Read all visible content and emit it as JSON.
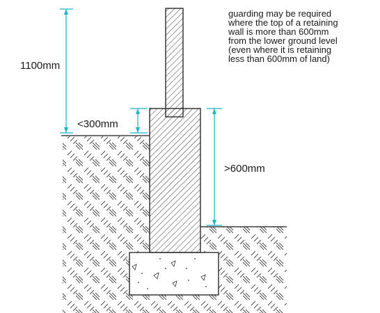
{
  "colors": {
    "dimension": "#19b5c8",
    "line": "#1a1a1a",
    "background": "#ffffff"
  },
  "labels": {
    "guard_height": "1100mm",
    "upstand": "<300mm",
    "drop": ">600mm"
  },
  "note": {
    "lines": [
      "guarding may be required",
      "where the top of a retaining",
      "wall is more than 600mm",
      "from the lower ground level",
      "(even where it is retaining",
      "less than 600mm of land)"
    ]
  }
}
